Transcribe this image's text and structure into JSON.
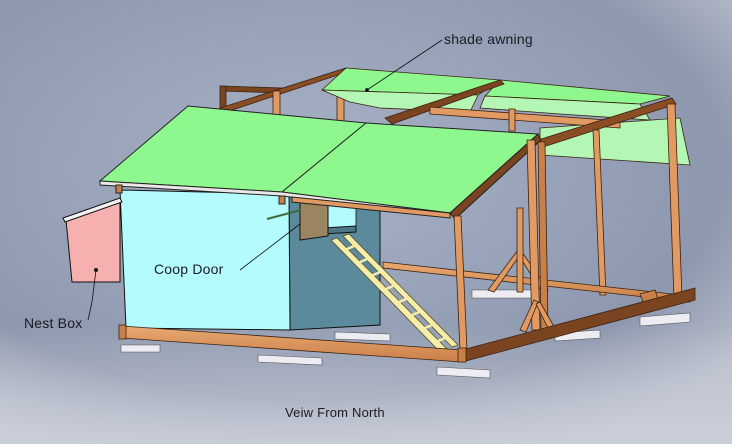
{
  "diagram": {
    "title": "Veiw From North",
    "subject": "chicken coop with run",
    "labels": {
      "shade_awning": "shade awning",
      "coop_door": "Coop Door",
      "nest_box": "Nest Box"
    },
    "colors": {
      "roof": "#8ef78e",
      "awning": "#b4f7b4",
      "coop_wall_front": "#b4fbfd",
      "coop_wall_side": "#5a8a9c",
      "nest_box": "#f7b0b0",
      "frame_light": "#e19a62",
      "frame_dark": "#7a4420",
      "ladder": "#f5eeaa",
      "door": "#9b8460",
      "footing": "#e7e7ee"
    }
  }
}
